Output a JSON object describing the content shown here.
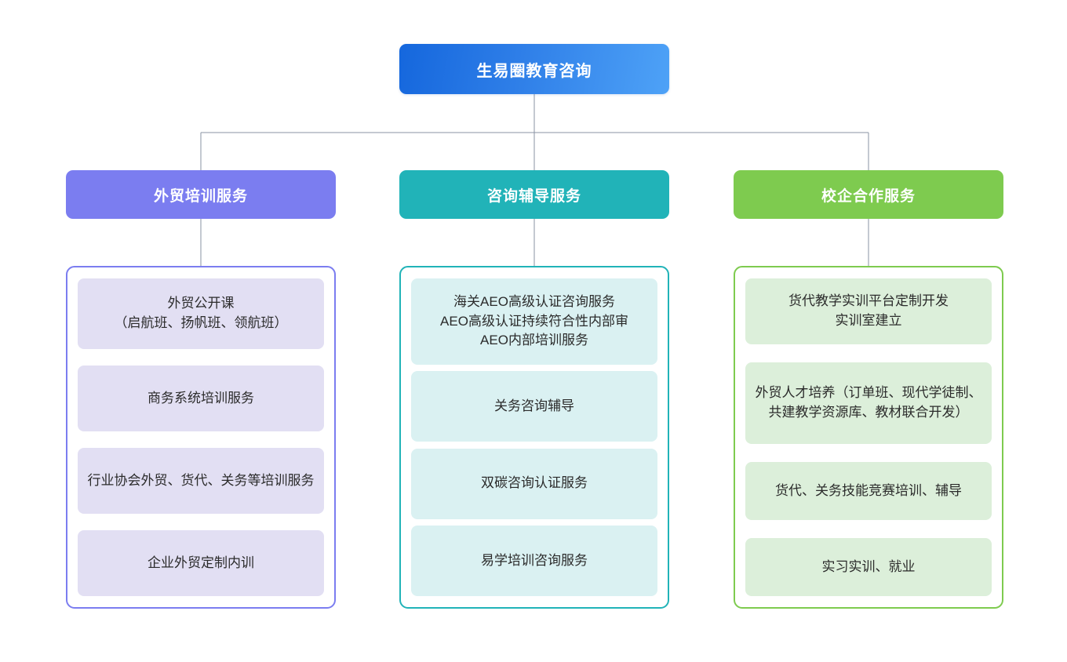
{
  "diagram": {
    "type": "organization-tree",
    "orientation": "top-down",
    "root": {
      "label": "生易圈教育咨询",
      "color": "#1567dd",
      "gradient_to": "#4ea2f7"
    },
    "connector_color": "#8a93a3",
    "branches": [
      {
        "label": "外贸培训服务",
        "color": "#7b7df0",
        "item_fill": "#e2dff3",
        "items": [
          "外贸公开课\n（启航班、扬帆班、领航班）",
          "商务系统培训服务",
          "行业协会外贸、货代、关务等培训服务",
          "企业外贸定制内训"
        ]
      },
      {
        "label": "咨询辅导服务",
        "color": "#21b3b8",
        "item_fill": "#daf1f2",
        "items": [
          "海关AEO高级认证咨询服务\nAEO高级认证持续符合性内部审\nAEO内部培训服务",
          "关务咨询辅导",
          "双碳咨询认证服务",
          "易学培训咨询服务"
        ]
      },
      {
        "label": "校企合作服务",
        "color": "#7ecb4f",
        "item_fill": "#dcefda",
        "items": [
          "货代教学实训平台定制开发\n实训室建立",
          "外贸人才培养（订单班、现代学徒制、共建教学资源库、教材联合开发）",
          "货代、关务技能竞赛培训、辅导",
          "实习实训、就业"
        ]
      }
    ]
  }
}
